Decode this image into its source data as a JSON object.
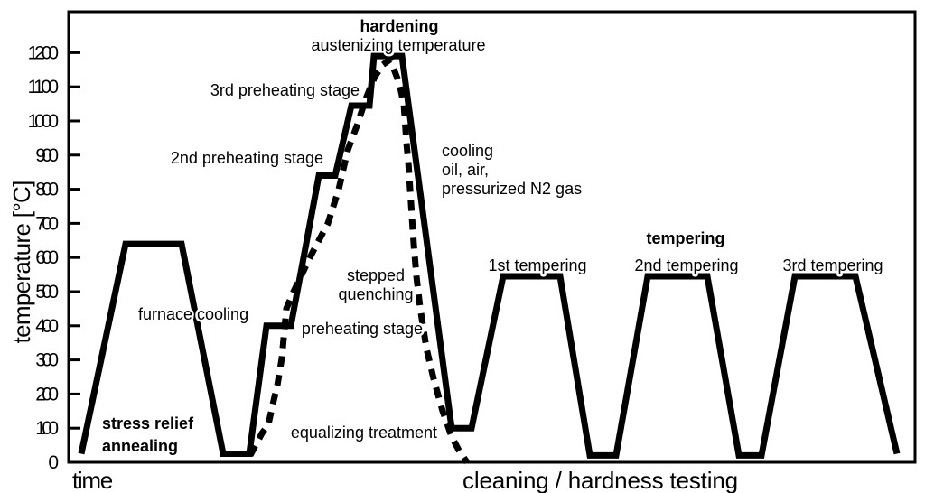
{
  "page": {
    "background_color": "#ffffff",
    "foreground_color": "#000000"
  },
  "chart_data": {
    "type": "line",
    "title": "",
    "xlabel": "time",
    "ylabel": "temperature [°C]",
    "x_axis_note": "cleaning / hardness testing",
    "ylim": [
      0,
      1320
    ],
    "yticks": [
      0,
      100,
      200,
      300,
      400,
      500,
      600,
      700,
      800,
      900,
      1000,
      1100,
      1200
    ],
    "grid": false,
    "legend": "none",
    "line_color": "#000000",
    "series": [
      {
        "name": "heat treatment temperature profile (solid line)",
        "style": "solid",
        "points": [
          [
            90,
            25
          ],
          [
            139,
            640
          ],
          [
            201,
            640
          ],
          [
            247,
            25
          ],
          [
            276,
            25
          ],
          [
            295,
            400
          ],
          [
            322,
            400
          ],
          [
            353,
            840
          ],
          [
            371,
            840
          ],
          [
            389,
            1045
          ],
          [
            409,
            1045
          ],
          [
            414,
            1190
          ],
          [
            445,
            1190
          ],
          [
            500,
            100
          ],
          [
            522,
            100
          ],
          [
            557,
            545
          ],
          [
            620,
            545
          ],
          [
            653,
            20
          ],
          [
            682,
            20
          ],
          [
            717,
            545
          ],
          [
            783,
            545
          ],
          [
            818,
            20
          ],
          [
            843,
            20
          ],
          [
            880,
            545
          ],
          [
            947,
            545
          ],
          [
            993,
            25
          ]
        ]
      },
      {
        "name": "continuous preheating / stepped quenching path (dashed line)",
        "style": "dashed",
        "points": [
          [
            277,
            20
          ],
          [
            290,
            85
          ],
          [
            297,
            110
          ],
          [
            302,
            170
          ],
          [
            307,
            225
          ],
          [
            312,
            305
          ],
          [
            317,
            450
          ],
          [
            325,
            500
          ],
          [
            335,
            555
          ],
          [
            343,
            600
          ],
          [
            353,
            650
          ],
          [
            363,
            700
          ],
          [
            375,
            800
          ],
          [
            385,
            915
          ],
          [
            395,
            985
          ],
          [
            405,
            1065
          ],
          [
            415,
            1130
          ],
          [
            424,
            1165
          ],
          [
            432,
            1180
          ],
          [
            442,
            1110
          ],
          [
            447,
            1050
          ],
          [
            450,
            935
          ],
          [
            452,
            880
          ],
          [
            455,
            760
          ],
          [
            458,
            640
          ],
          [
            461,
            545
          ],
          [
            465,
            455
          ],
          [
            472,
            335
          ],
          [
            480,
            245
          ],
          [
            490,
            150
          ],
          [
            500,
            75
          ],
          [
            508,
            35
          ],
          [
            517,
            0
          ]
        ]
      }
    ],
    "annotations": [
      {
        "name": "label-hardening",
        "lines": [
          "hardening"
        ],
        "x": 442,
        "y": 35,
        "anchor": "center",
        "bold": true
      },
      {
        "name": "label-austenizing-temperature",
        "lines": [
          "austenizing temperature"
        ],
        "x": 441,
        "y": 56,
        "anchor": "center",
        "bold": false
      },
      {
        "name": "label-3rd-preheating-stage",
        "lines": [
          "3rd preheating stage"
        ],
        "x": 398,
        "y": 106,
        "anchor": "right",
        "bold": false
      },
      {
        "name": "label-2nd-preheating-stage",
        "lines": [
          "2nd preheating stage"
        ],
        "x": 358,
        "y": 181,
        "anchor": "right",
        "bold": false
      },
      {
        "name": "label-cooling-media",
        "lines": [
          "cooling",
          "oil, air,",
          "pressurized N2 gas"
        ],
        "x": 489,
        "y": 173,
        "anchor": "left",
        "bold": false,
        "line_height": 21
      },
      {
        "name": "label-tempering",
        "lines": [
          "tempering"
        ],
        "x": 759,
        "y": 270,
        "anchor": "center",
        "bold": true
      },
      {
        "name": "label-1st-tempering",
        "lines": [
          "1st tempering"
        ],
        "x": 595,
        "y": 300,
        "anchor": "center",
        "bold": false
      },
      {
        "name": "label-2nd-tempering",
        "lines": [
          "2nd tempering"
        ],
        "x": 760,
        "y": 300,
        "anchor": "center",
        "bold": false
      },
      {
        "name": "label-3rd-tempering",
        "lines": [
          "3rd tempering"
        ],
        "x": 922,
        "y": 300,
        "anchor": "center",
        "bold": false
      },
      {
        "name": "label-stepped-quenching",
        "lines": [
          "stepped",
          "quenching"
        ],
        "x": 416,
        "y": 311,
        "anchor": "center",
        "bold": false,
        "line_height": 21
      },
      {
        "name": "label-preheating-stage",
        "lines": [
          "preheating stage"
        ],
        "x": 468,
        "y": 370,
        "anchor": "right",
        "bold": false
      },
      {
        "name": "label-furnace-cooling",
        "lines": [
          "furnace cooling"
        ],
        "x": 153,
        "y": 354,
        "anchor": "left",
        "bold": false
      },
      {
        "name": "label-stress-relief-annealing",
        "lines": [
          "stress relief",
          "annealing"
        ],
        "x": 113,
        "y": 475,
        "anchor": "left",
        "bold": true,
        "line_height": 25
      },
      {
        "name": "label-equalizing-treatment",
        "lines": [
          "equalizing treatment"
        ],
        "x": 484,
        "y": 485,
        "anchor": "right",
        "bold": false
      }
    ]
  }
}
